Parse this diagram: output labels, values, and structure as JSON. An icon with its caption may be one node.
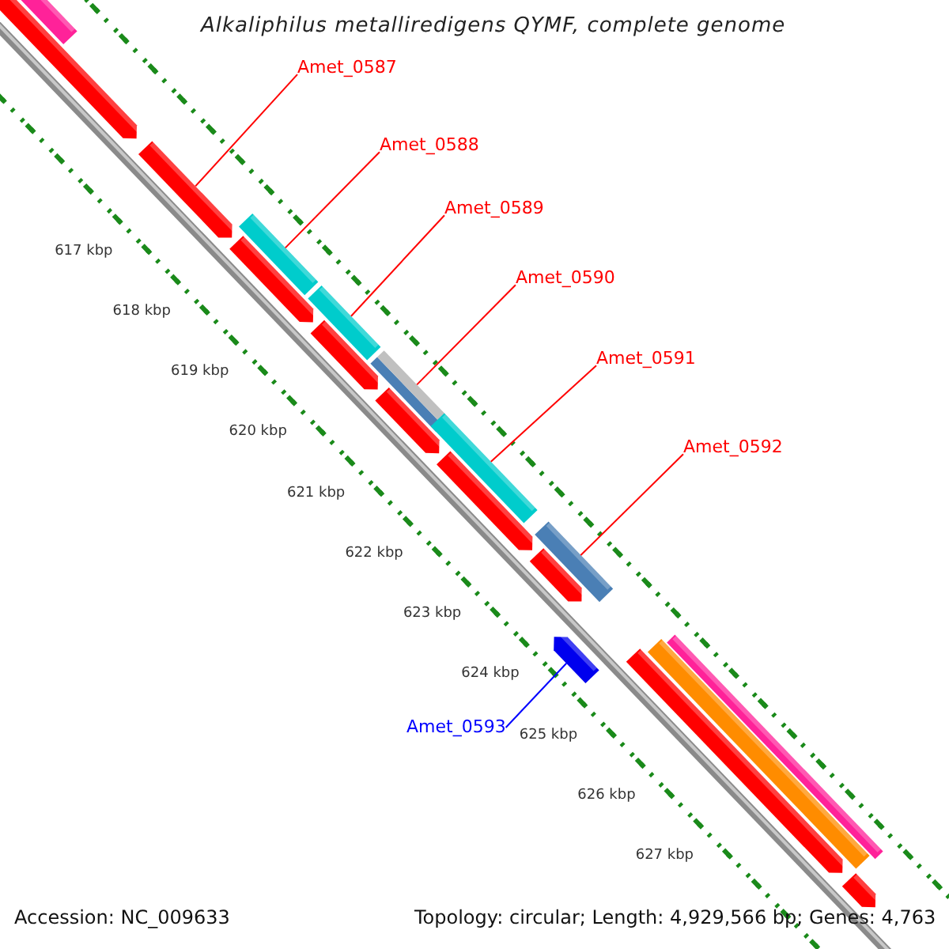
{
  "diagram": {
    "title": "Alkaliphilus metalliredigens QYMF, complete genome",
    "nodes": [
      {
        "text": [
          "Amet_0587"
        ]
      },
      {
        "text": [
          "Amet_0588"
        ]
      },
      {
        "text": [
          "Amet_0589"
        ]
      },
      {
        "text": [
          "Amet_0590"
        ]
      },
      {
        "text": [
          "Amet_0591"
        ]
      },
      {
        "text": [
          "Amet_0592"
        ]
      },
      {
        "text": [
          "Amet_0593"
        ]
      },
      {
        "text": [],
        "shape": "bar"
      },
      {
        "text": [],
        "shape": "bar"
      },
      {
        "text": [],
        "shape": "bar"
      },
      {
        "text": [],
        "shape": "bar"
      },
      {
        "text": [],
        "shape": "bar"
      },
      {
        "text": [],
        "shape": "bar"
      },
      {
        "text": [],
        "shape": "bar"
      }
    ],
    "edges": [
      {
        "from": 0,
        "to": 7,
        "arrow": "none"
      },
      {
        "from": 1,
        "to": 8,
        "arrow": "none"
      },
      {
        "from": 2,
        "to": 9,
        "arrow": "none"
      },
      {
        "from": 3,
        "to": 10,
        "arrow": "none"
      },
      {
        "from": 4,
        "to": 11,
        "arrow": "none"
      },
      {
        "from": 5,
        "to": 12,
        "arrow": "none"
      },
      {
        "from": 6,
        "to": 13,
        "arrow": "none",
        "color": "#0000ff"
      }
    ],
    "labels": [
      "617 kbp",
      "618 kbp",
      "619 kbp",
      "620 kbp",
      "621 kbp",
      "622 kbp",
      "623 kbp",
      "624 kbp",
      "625 kbp",
      "626 kbp",
      "627 kbp",
      "Accession: NC_009633",
      "Topology: circular; Length: 4,929,566 bp; Genes: 4,763"
    ]
  }
}
